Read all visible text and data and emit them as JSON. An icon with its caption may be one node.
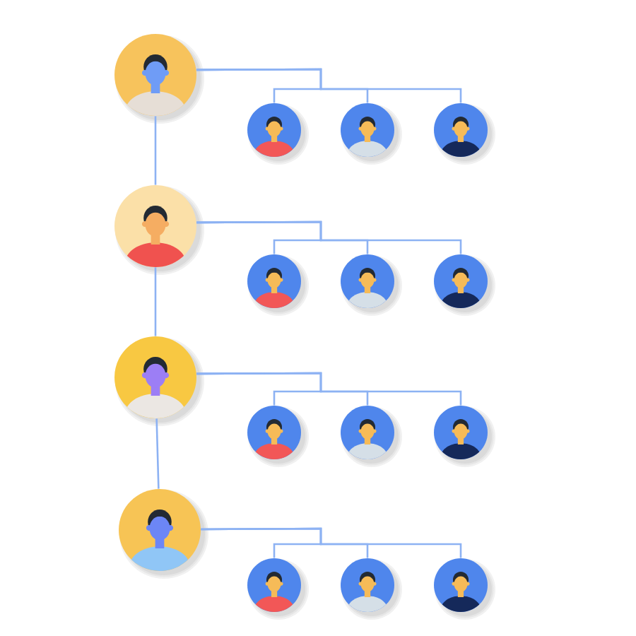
{
  "diagram": {
    "nodes": [
      {
        "text": [],
        "shape": "person"
      },
      {
        "text": [],
        "shape": "person"
      },
      {
        "text": [],
        "shape": "person"
      },
      {
        "text": [],
        "shape": "person"
      },
      {
        "text": [],
        "shape": "person"
      },
      {
        "text": [],
        "shape": "person"
      },
      {
        "text": [],
        "shape": "person"
      },
      {
        "text": [],
        "shape": "person"
      },
      {
        "text": [],
        "shape": "person"
      },
      {
        "text": [],
        "shape": "person"
      },
      {
        "text": [],
        "shape": "person"
      },
      {
        "text": [],
        "shape": "person"
      },
      {
        "text": [],
        "shape": "person"
      },
      {
        "text": [],
        "shape": "person"
      },
      {
        "text": [],
        "shape": "person"
      },
      {
        "text": [],
        "shape": "person"
      }
    ],
    "edges": [
      {
        "from": 0,
        "to": 4,
        "arrow": "none"
      },
      {
        "from": 4,
        "to": 8,
        "arrow": "none"
      },
      {
        "from": 8,
        "to": 12,
        "arrow": "none"
      },
      {
        "from": 0,
        "to": 1,
        "arrow": "none"
      },
      {
        "from": 0,
        "to": 2,
        "arrow": "none"
      },
      {
        "from": 0,
        "to": 3,
        "arrow": "none"
      },
      {
        "from": 4,
        "to": 5,
        "arrow": "none"
      },
      {
        "from": 4,
        "to": 6,
        "arrow": "none"
      },
      {
        "from": 4,
        "to": 7,
        "arrow": "none"
      },
      {
        "from": 8,
        "to": 9,
        "arrow": "none"
      },
      {
        "from": 8,
        "to": 10,
        "arrow": "none"
      },
      {
        "from": 8,
        "to": 11,
        "arrow": "none"
      },
      {
        "from": 12,
        "to": 13,
        "arrow": "none"
      },
      {
        "from": 12,
        "to": 14,
        "arrow": "none"
      },
      {
        "from": 12,
        "to": 15,
        "arrow": "none"
      }
    ]
  }
}
